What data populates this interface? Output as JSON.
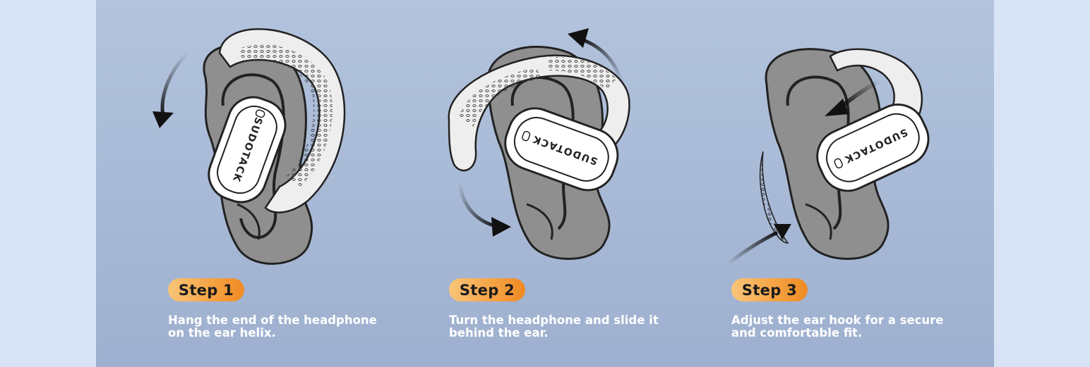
{
  "steps": [
    {
      "label": "Step 1",
      "line1": "Hang the end of the headphone",
      "line2": "on the ear helix."
    },
    {
      "label": "Step 2",
      "line1": "Turn the headphone and slide it",
      "line2": "behind the ear."
    },
    {
      "label": "Step 3",
      "line1": "Adjust the ear hook for a secure",
      "line2": "and comfortable fit."
    }
  ],
  "brand": "SUDOTACK",
  "colors": {
    "background": "#d9e3f6",
    "panel": "#a9bbd7",
    "pill_orange": "#f5a446",
    "ear_gray": "#8f8f8f",
    "text": "#ffffff"
  }
}
